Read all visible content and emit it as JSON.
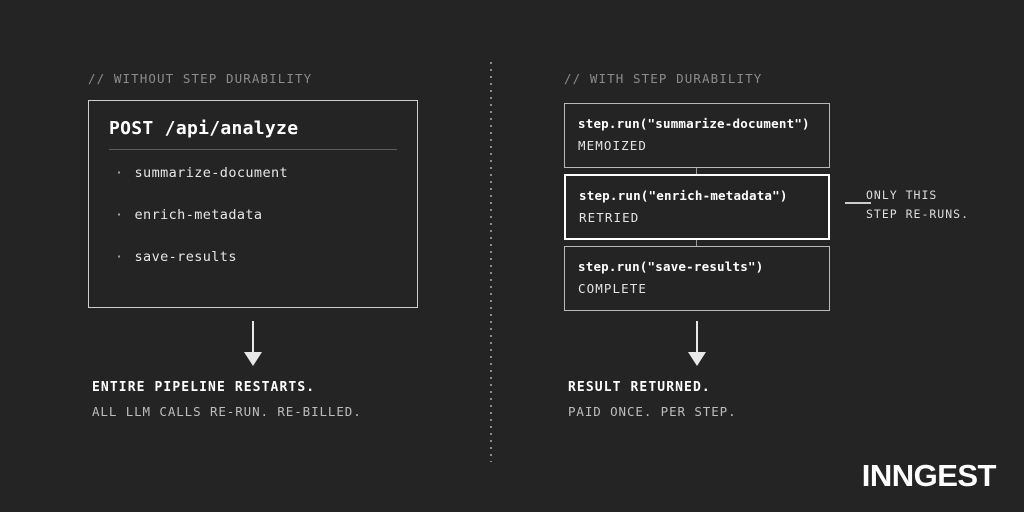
{
  "theme": {
    "background": "#242424",
    "text_primary": "#ffffff",
    "text_secondary": "#bdbdbd",
    "comment": "#8b8b8b",
    "border": "#b9b9b9",
    "border_highlight": "#ffffff"
  },
  "left": {
    "header": "// WITHOUT STEP DURABILITY",
    "card": {
      "title": "POST /api/analyze",
      "steps": [
        {
          "bullet": "·",
          "label": "summarize-document"
        },
        {
          "bullet": "·",
          "label": "enrich-metadata"
        },
        {
          "bullet": "·",
          "label": "save-results"
        }
      ]
    },
    "caption": {
      "primary": "ENTIRE PIPELINE RESTARTS.",
      "secondary": "ALL LLM CALLS RE-RUN. RE-BILLED."
    }
  },
  "right": {
    "header": "// WITH STEP DURABILITY",
    "cards": [
      {
        "call": "step.run(\"summarize-document\")",
        "status": "MEMOIZED",
        "highlight": false
      },
      {
        "call": "step.run(\"enrich-metadata\")",
        "status": "RETRIED",
        "highlight": true
      },
      {
        "call": "step.run(\"save-results\")",
        "status": "COMPLETE",
        "highlight": false
      }
    ],
    "annotation": {
      "line1": "ONLY THIS",
      "line2": "STEP RE-RUNS."
    },
    "caption": {
      "primary": "RESULT RETURNED.",
      "secondary": "PAID ONCE. PER STEP."
    }
  },
  "brand": {
    "wordmark": "INNGEST"
  }
}
